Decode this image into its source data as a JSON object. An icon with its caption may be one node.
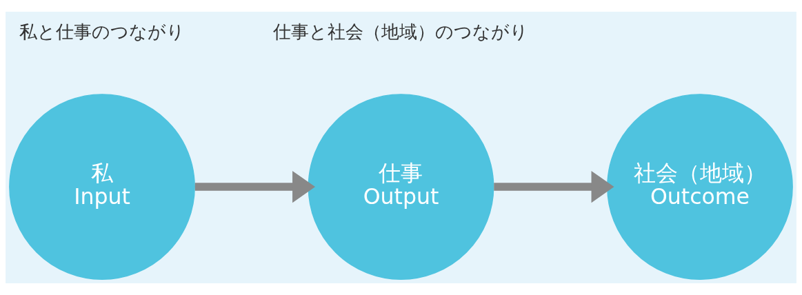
{
  "diagram": {
    "nodes": [
      {
        "text": [
          "私",
          "Input"
        ]
      },
      {
        "text": [
          "仕事",
          "Output"
        ]
      },
      {
        "text": [
          "社会（地域）",
          "Outcome"
        ]
      }
    ],
    "edges": [
      {
        "from": 0,
        "to": 1,
        "arrow": "to"
      },
      {
        "from": 1,
        "to": 2,
        "arrow": "to"
      }
    ],
    "labels": [
      "私と仕事のつながり",
      "仕事と社会（地域）のつながり"
    ]
  }
}
